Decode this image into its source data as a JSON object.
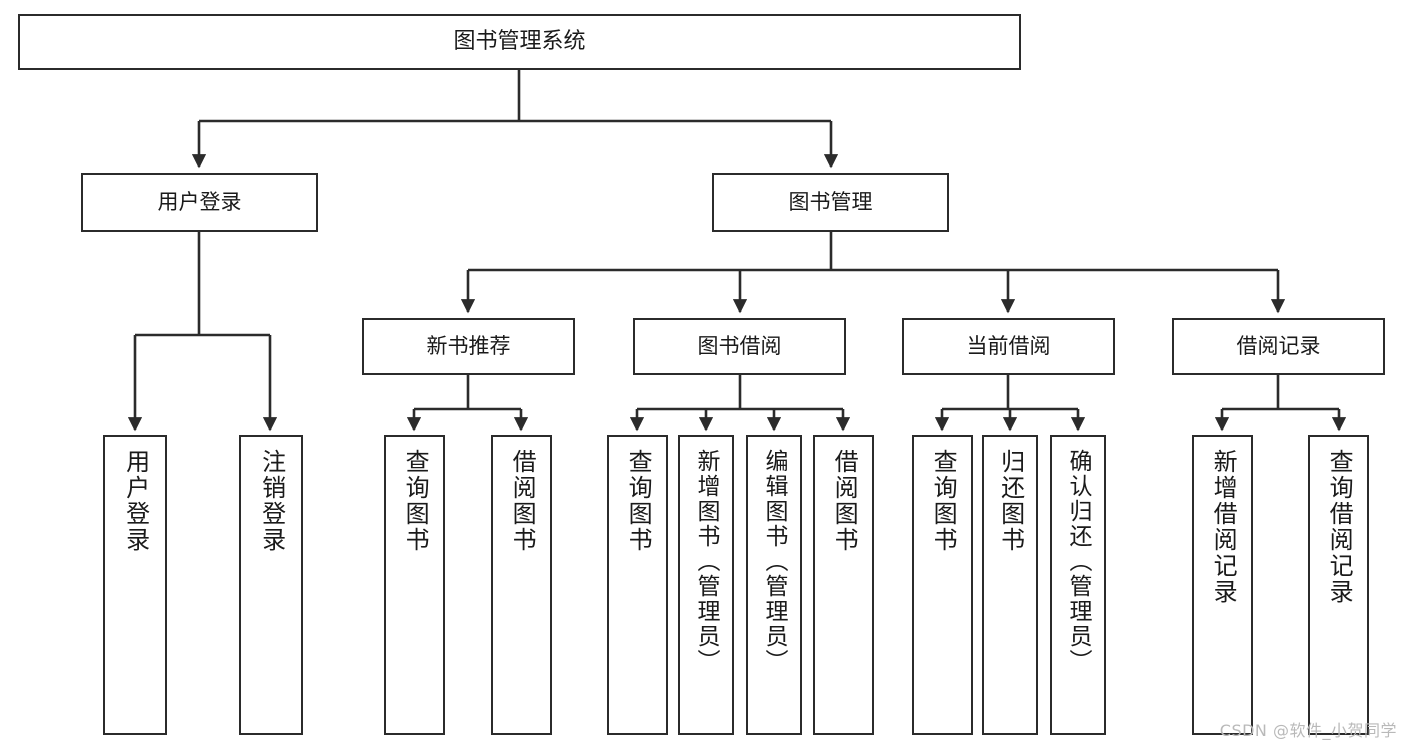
{
  "diagram": {
    "type": "tree-hierarchy",
    "title": "图书管理系统",
    "nodes": {
      "root": {
        "label": "图书管理系统",
        "level": 1
      },
      "l2": [
        {
          "id": "user-login",
          "label": "用户登录",
          "level": 2
        },
        {
          "id": "book-manage",
          "label": "图书管理",
          "level": 2
        }
      ],
      "l3": [
        {
          "id": "new-book-recommend",
          "label": "新书推荐",
          "level": 3,
          "parent": "book-manage"
        },
        {
          "id": "book-borrow",
          "label": "图书借阅",
          "level": 3,
          "parent": "book-manage"
        },
        {
          "id": "current-borrow",
          "label": "当前借阅",
          "level": 3,
          "parent": "book-manage"
        },
        {
          "id": "borrow-record",
          "label": "借阅记录",
          "level": 3,
          "parent": "book-manage"
        }
      ],
      "leaves": [
        {
          "id": "leaf-user-login",
          "label": "用户登录",
          "parent": "user-login"
        },
        {
          "id": "leaf-user-logout",
          "label": "注销登录",
          "parent": "user-login"
        },
        {
          "id": "leaf-query-book-1",
          "label": "查询图书",
          "parent": "new-book-recommend"
        },
        {
          "id": "leaf-borrow-book-1",
          "label": "借阅图书",
          "parent": "new-book-recommend"
        },
        {
          "id": "leaf-query-book-2",
          "label": "查询图书",
          "parent": "book-borrow"
        },
        {
          "id": "leaf-add-book",
          "label": "新增图书（管理员）",
          "parent": "book-borrow"
        },
        {
          "id": "leaf-edit-book",
          "label": "编辑图书（管理员）",
          "parent": "book-borrow"
        },
        {
          "id": "leaf-borrow-book-2",
          "label": "借阅图书",
          "parent": "book-borrow"
        },
        {
          "id": "leaf-query-book-3",
          "label": "查询图书",
          "parent": "current-borrow"
        },
        {
          "id": "leaf-return-book",
          "label": "归还图书",
          "parent": "current-borrow"
        },
        {
          "id": "leaf-confirm-return",
          "label": "确认归还（管理员）",
          "parent": "current-borrow"
        },
        {
          "id": "leaf-add-record",
          "label": "新增借阅记录",
          "parent": "borrow-record"
        },
        {
          "id": "leaf-query-record",
          "label": "查询借阅记录",
          "parent": "borrow-record"
        }
      ]
    },
    "colors": {
      "border": "#2b2b2b",
      "fill": "#ffffff",
      "text": "#1a1a1a",
      "edge": "#2b2b2b",
      "watermark": "#b9b9b9"
    }
  },
  "watermark": {
    "text": "CSDN @软件_小贺同学"
  }
}
